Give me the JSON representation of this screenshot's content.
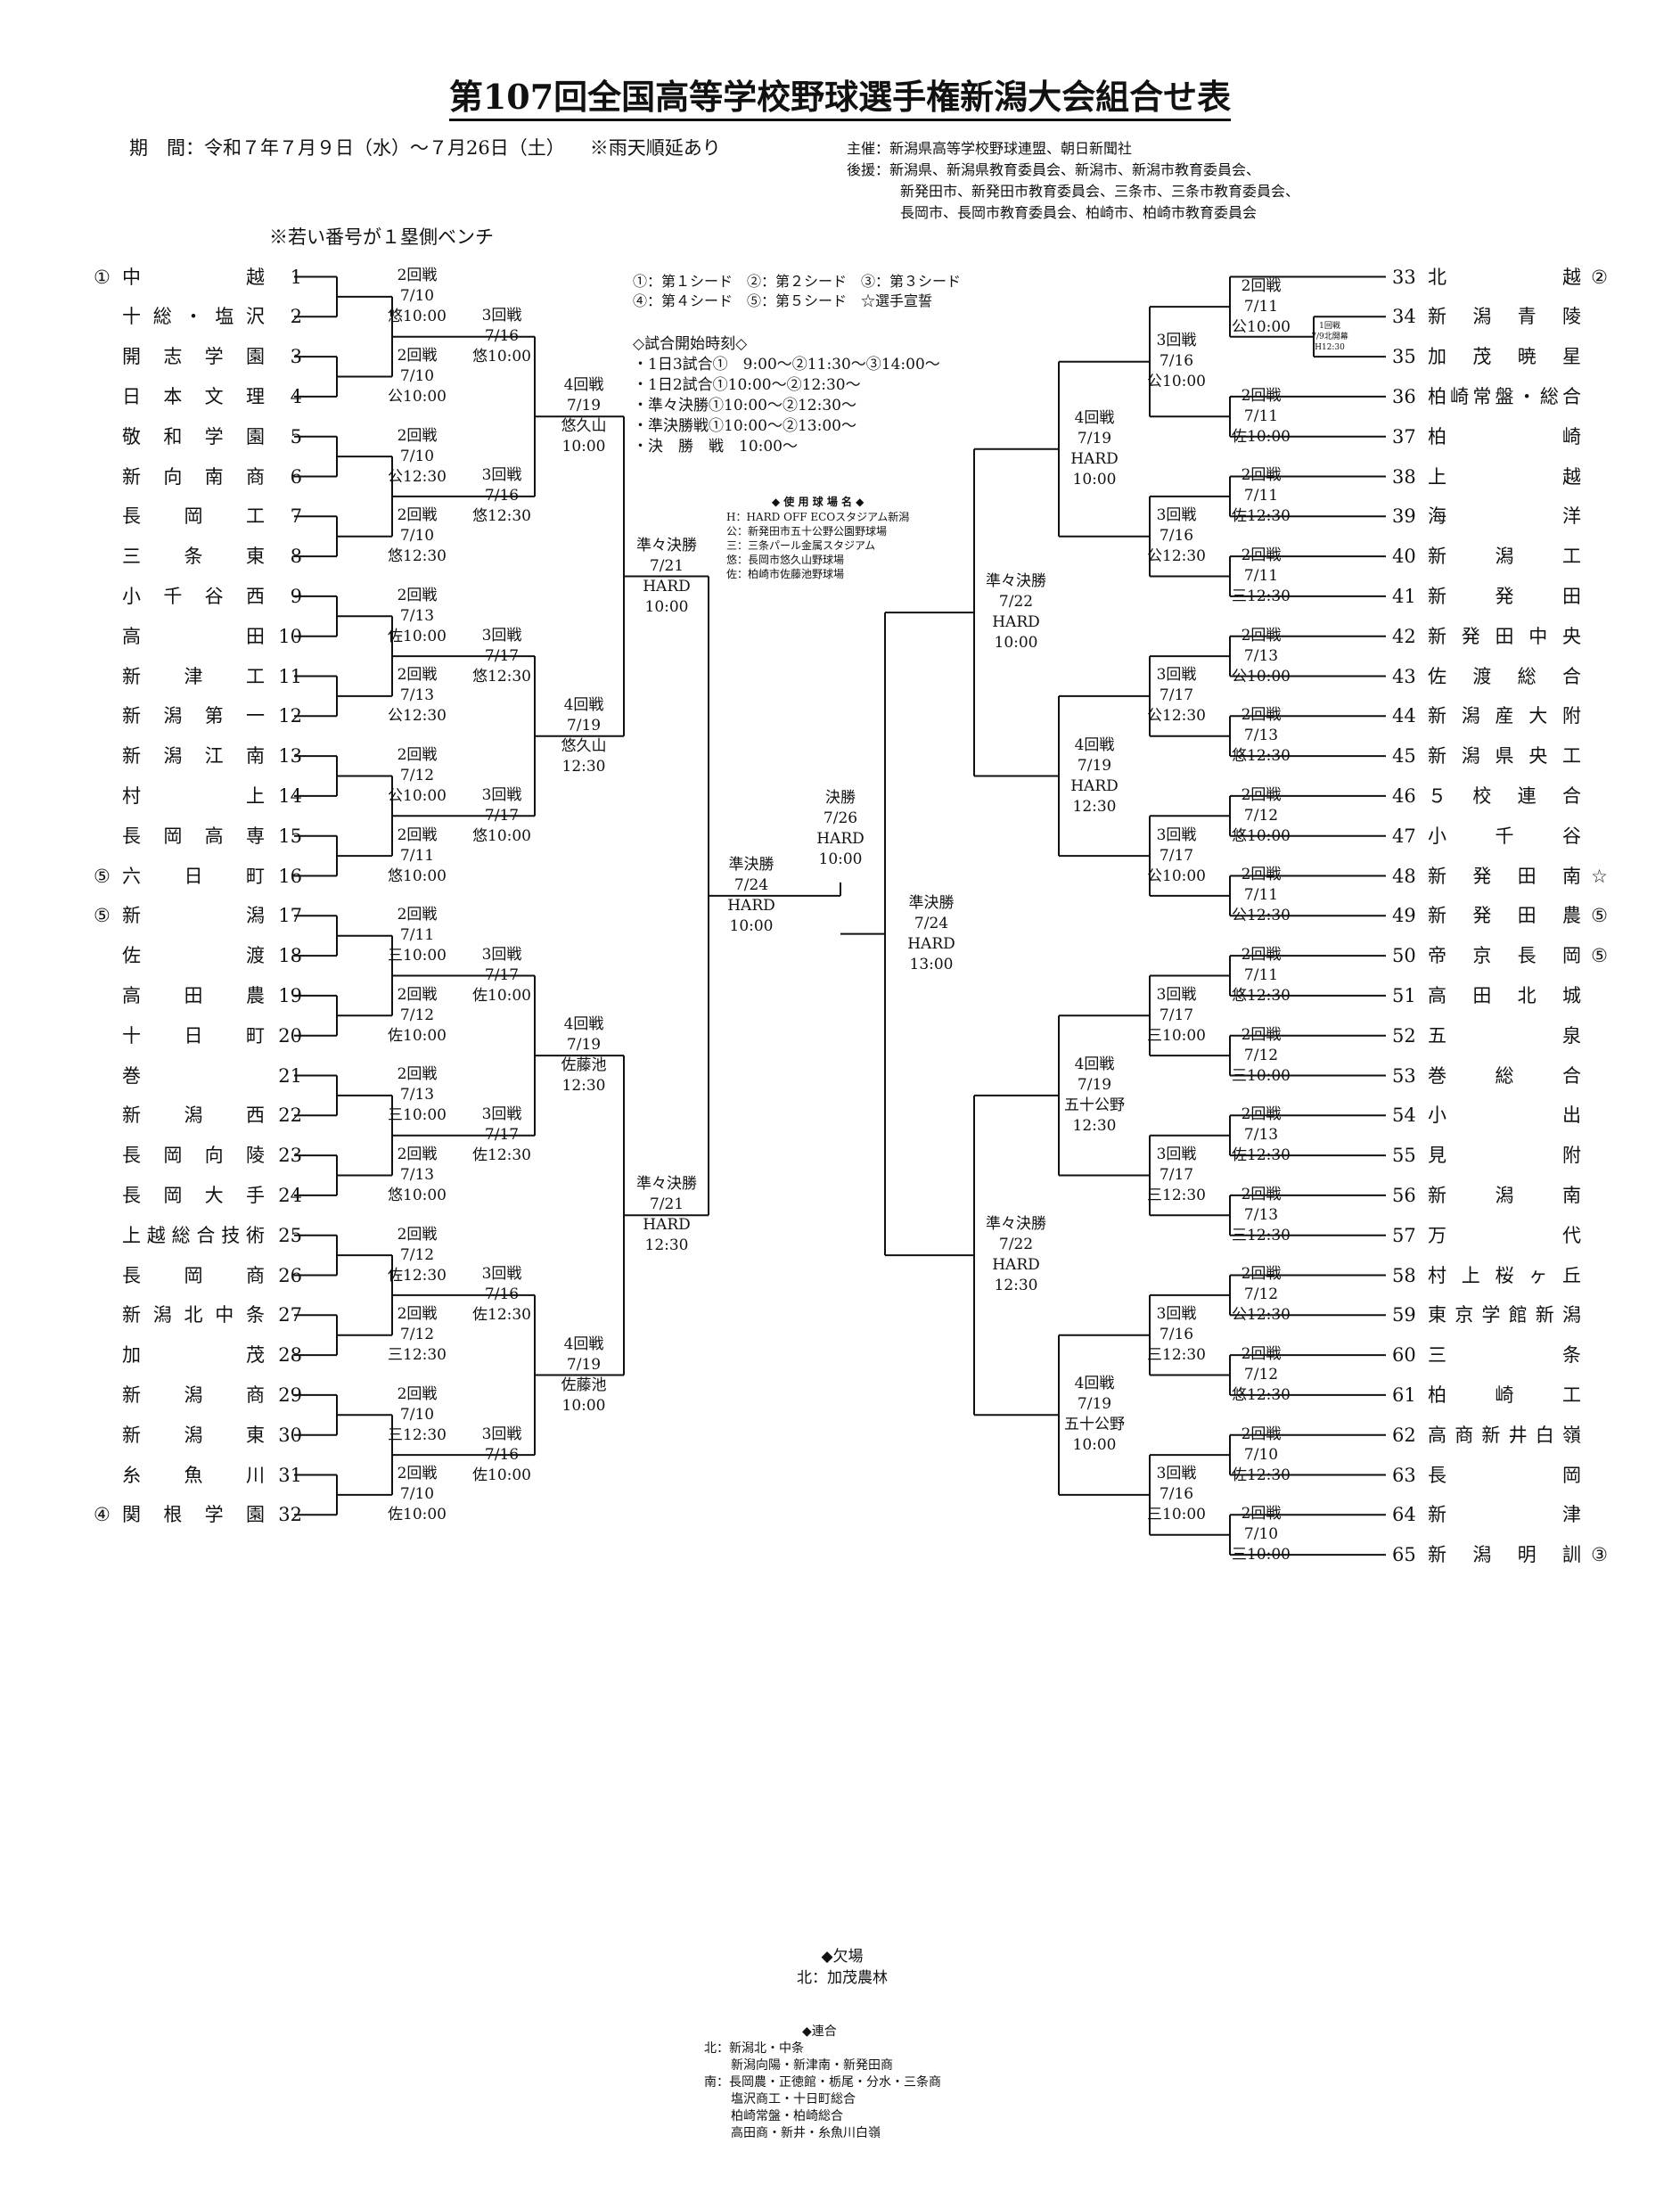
{
  "title": "第107回全国高等学校野球選手権新潟大会組合せ表",
  "period": "期　間：令和７年７月９日（水）～７月26日（土）",
  "rain_note": "※雨天順延あり",
  "sponsors": [
    "主催：新潟県高等学校野球連盟、朝日新聞社",
    "後援：新潟県、新潟県教育委員会、新潟市、新潟市教育委員会、",
    "新発田市、新発田市教育委員会、三条市、三条市教育委員会、",
    "長岡市、長岡市教育委員会、柏崎市、柏崎市教育委員会"
  ],
  "bench_note": "※若い番号が１塁側ベンチ",
  "seed_legend": [
    "①：第１シード　②：第２シード　③：第３シード",
    "④：第４シード　⑤：第５シード　☆選手宣誓"
  ],
  "start_times": {
    "heading": "◇試合開始時刻◇",
    "items": [
      "・1日3試合①　9:00～②11:30～③14:00～",
      "・1日2試合①10:00～②12:30～",
      "・準々決勝①10:00～②12:30～",
      "・準決勝戦①10:00～②13:00～",
      "・決　勝　戦　10:00～"
    ]
  },
  "venues": {
    "heading": "◆ 使 用 球 場 名 ◆",
    "items": [
      "H：HARD OFF ECOスタジアム新潟",
      "公：新発田市五十公野公園野球場",
      "三：三条パール金属スタジアム",
      "悠：長岡市悠久山野球場",
      "佐：柏崎市佐藤池野球場"
    ]
  },
  "absent": {
    "heading": "◆欠場",
    "text": "北：加茂農林"
  },
  "joint": {
    "heading": "◆連合",
    "lines": [
      "北：新潟北・中条",
      "新潟向陽・新津南・新発田商",
      "南：長岡農・正徳館・栃尾・分水・三条商",
      "塩沢商工・十日町総合",
      "柏崎常盤・柏崎総合",
      "高田商・新井・糸魚川白嶺"
    ]
  },
  "left_teams": [
    {
      "seed": "①",
      "name": "中越",
      "num": "1"
    },
    {
      "seed": "",
      "name": "十総・塩沢",
      "num": "2"
    },
    {
      "seed": "",
      "name": "開志学園",
      "num": "3"
    },
    {
      "seed": "",
      "name": "日本文理",
      "num": "4"
    },
    {
      "seed": "",
      "name": "敬和学園",
      "num": "5"
    },
    {
      "seed": "",
      "name": "新向南商",
      "num": "6"
    },
    {
      "seed": "",
      "name": "長岡工",
      "num": "7"
    },
    {
      "seed": "",
      "name": "三条東",
      "num": "8"
    },
    {
      "seed": "",
      "name": "小千谷西",
      "num": "9"
    },
    {
      "seed": "",
      "name": "高田",
      "num": "10"
    },
    {
      "seed": "",
      "name": "新津工",
      "num": "11"
    },
    {
      "seed": "",
      "name": "新潟第一",
      "num": "12"
    },
    {
      "seed": "",
      "name": "新潟江南",
      "num": "13"
    },
    {
      "seed": "",
      "name": "村上",
      "num": "14"
    },
    {
      "seed": "",
      "name": "長岡高専",
      "num": "15"
    },
    {
      "seed": "⑤",
      "name": "六日町",
      "num": "16"
    },
    {
      "seed": "⑤",
      "name": "新潟",
      "num": "17"
    },
    {
      "seed": "",
      "name": "佐渡",
      "num": "18"
    },
    {
      "seed": "",
      "name": "高田農",
      "num": "19"
    },
    {
      "seed": "",
      "name": "十日町",
      "num": "20"
    },
    {
      "seed": "",
      "name": "巻",
      "num": "21"
    },
    {
      "seed": "",
      "name": "新潟西",
      "num": "22"
    },
    {
      "seed": "",
      "name": "長岡向陵",
      "num": "23"
    },
    {
      "seed": "",
      "name": "長岡大手",
      "num": "24"
    },
    {
      "seed": "",
      "name": "上越総合技術",
      "num": "25"
    },
    {
      "seed": "",
      "name": "長岡商",
      "num": "26"
    },
    {
      "seed": "",
      "name": "新潟北中条",
      "num": "27"
    },
    {
      "seed": "",
      "name": "加茂",
      "num": "28"
    },
    {
      "seed": "",
      "name": "新潟商",
      "num": "29"
    },
    {
      "seed": "",
      "name": "新潟東",
      "num": "30"
    },
    {
      "seed": "",
      "name": "糸魚川",
      "num": "31"
    },
    {
      "seed": "④",
      "name": "関根学園",
      "num": "32"
    }
  ],
  "right_teams": [
    {
      "num": "33",
      "name": "北越",
      "seed": "②"
    },
    {
      "num": "34",
      "name": "新潟青陵",
      "seed": ""
    },
    {
      "num": "35",
      "name": "加茂暁星",
      "seed": ""
    },
    {
      "num": "36",
      "name": "柏崎常盤・総合",
      "seed": ""
    },
    {
      "num": "37",
      "name": "柏崎",
      "seed": ""
    },
    {
      "num": "38",
      "name": "上越",
      "seed": ""
    },
    {
      "num": "39",
      "name": "海洋",
      "seed": ""
    },
    {
      "num": "40",
      "name": "新潟工",
      "seed": ""
    },
    {
      "num": "41",
      "name": "新発田",
      "seed": ""
    },
    {
      "num": "42",
      "name": "新発田中央",
      "seed": ""
    },
    {
      "num": "43",
      "name": "佐渡総合",
      "seed": ""
    },
    {
      "num": "44",
      "name": "新潟産大附",
      "seed": ""
    },
    {
      "num": "45",
      "name": "新潟県央工",
      "seed": ""
    },
    {
      "num": "46",
      "name": "５校連合",
      "seed": ""
    },
    {
      "num": "47",
      "name": "小千谷",
      "seed": ""
    },
    {
      "num": "48",
      "name": "新発田南",
      "seed": "☆"
    },
    {
      "num": "49",
      "name": "新発田農",
      "seed": "⑤"
    },
    {
      "num": "50",
      "name": "帝京長岡",
      "seed": "⑤"
    },
    {
      "num": "51",
      "name": "高田北城",
      "seed": ""
    },
    {
      "num": "52",
      "name": "五泉",
      "seed": ""
    },
    {
      "num": "53",
      "name": "巻総合",
      "seed": ""
    },
    {
      "num": "54",
      "name": "小出",
      "seed": ""
    },
    {
      "num": "55",
      "name": "見附",
      "seed": ""
    },
    {
      "num": "56",
      "name": "新潟南",
      "seed": ""
    },
    {
      "num": "57",
      "name": "万代",
      "seed": ""
    },
    {
      "num": "58",
      "name": "村上桜ヶ丘",
      "seed": ""
    },
    {
      "num": "59",
      "name": "東京学館新潟",
      "seed": ""
    },
    {
      "num": "60",
      "name": "三条",
      "seed": ""
    },
    {
      "num": "61",
      "name": "柏崎工",
      "seed": ""
    },
    {
      "num": "62",
      "name": "高商新井白嶺",
      "seed": ""
    },
    {
      "num": "63",
      "name": "長岡",
      "seed": ""
    },
    {
      "num": "64",
      "name": "新津",
      "seed": ""
    },
    {
      "num": "65",
      "name": "新潟明訓",
      "seed": "③"
    }
  ],
  "left_round2": [
    [
      "2回戦",
      "7/10",
      "悠10:00"
    ],
    [
      "2回戦",
      "7/10",
      "公10:00"
    ],
    [
      "2回戦",
      "7/10",
      "公12:30"
    ],
    [
      "2回戦",
      "7/10",
      "悠12:30"
    ],
    [
      "2回戦",
      "7/13",
      "佐10:00"
    ],
    [
      "2回戦",
      "7/13",
      "公12:30"
    ],
    [
      "2回戦",
      "7/12",
      "公10:00"
    ],
    [
      "2回戦",
      "7/11",
      "悠10:00"
    ],
    [
      "2回戦",
      "7/11",
      "三10:00"
    ],
    [
      "2回戦",
      "7/12",
      "佐10:00"
    ],
    [
      "2回戦",
      "7/13",
      "三10:00"
    ],
    [
      "2回戦",
      "7/13",
      "悠10:00"
    ],
    [
      "2回戦",
      "7/12",
      "佐12:30"
    ],
    [
      "2回戦",
      "7/12",
      "三12:30"
    ],
    [
      "2回戦",
      "7/10",
      "三12:30"
    ],
    [
      "2回戦",
      "7/10",
      "佐10:00"
    ]
  ],
  "left_round3": [
    [
      "3回戦",
      "7/16",
      "悠10:00"
    ],
    [
      "3回戦",
      "7/16",
      "悠12:30"
    ],
    [
      "3回戦",
      "7/17",
      "悠12:30"
    ],
    [
      "3回戦",
      "7/17",
      "悠10:00"
    ],
    [
      "3回戦",
      "7/17",
      "佐10:00"
    ],
    [
      "3回戦",
      "7/17",
      "佐12:30"
    ],
    [
      "3回戦",
      "7/16",
      "佐12:30"
    ],
    [
      "3回戦",
      "7/16",
      "佐10:00"
    ]
  ],
  "left_round4": [
    [
      "4回戦",
      "7/19",
      "悠久山",
      "10:00"
    ],
    [
      "4回戦",
      "7/19",
      "悠久山",
      "12:30"
    ],
    [
      "4回戦",
      "7/19",
      "佐藤池",
      "12:30"
    ],
    [
      "4回戦",
      "7/19",
      "佐藤池",
      "10:00"
    ]
  ],
  "left_qf": [
    [
      "準々決勝",
      "7/21",
      "HARD",
      "10:00"
    ],
    [
      "準々決勝",
      "7/21",
      "HARD",
      "12:30"
    ]
  ],
  "left_sf": [
    "準決勝",
    "7/24",
    "HARD",
    "10:00"
  ],
  "final": [
    "決勝",
    "7/26",
    "HARD",
    "10:00"
  ],
  "right_sf": [
    "準決勝",
    "7/24",
    "HARD",
    "13:00"
  ],
  "right_qf": [
    [
      "準々決勝",
      "7/22",
      "HARD",
      "10:00"
    ],
    [
      "準々決勝",
      "7/22",
      "HARD",
      "12:30"
    ]
  ],
  "right_round4": [
    [
      "4回戦",
      "7/19",
      "HARD",
      "10:00"
    ],
    [
      "4回戦",
      "7/19",
      "HARD",
      "12:30"
    ],
    [
      "4回戦",
      "7/19",
      "五十公野",
      "12:30"
    ],
    [
      "4回戦",
      "7/19",
      "五十公野",
      "10:00"
    ]
  ],
  "right_round3": [
    [
      "3回戦",
      "7/16",
      "公10:00"
    ],
    [
      "3回戦",
      "7/16",
      "公12:30"
    ],
    [
      "3回戦",
      "7/17",
      "公12:30"
    ],
    [
      "3回戦",
      "7/17",
      "公10:00"
    ],
    [
      "3回戦",
      "7/17",
      "三10:00"
    ],
    [
      "3回戦",
      "7/17",
      "三12:30"
    ],
    [
      "3回戦",
      "7/16",
      "三12:30"
    ],
    [
      "3回戦",
      "7/16",
      "三10:00"
    ]
  ],
  "right_round2": [
    [
      "2回戦",
      "7/11",
      "公10:00"
    ],
    [
      "2回戦",
      "7/11",
      "佐10:00"
    ],
    [
      "2回戦",
      "7/11",
      "佐12:30"
    ],
    [
      "2回戦",
      "7/11",
      "三12:30"
    ],
    [
      "2回戦",
      "7/13",
      "公10:00"
    ],
    [
      "2回戦",
      "7/13",
      "悠12:30"
    ],
    [
      "2回戦",
      "7/12",
      "悠10:00"
    ],
    [
      "2回戦",
      "7/11",
      "公12:30"
    ],
    [
      "2回戦",
      "7/11",
      "悠12:30"
    ],
    [
      "2回戦",
      "7/12",
      "三10:00"
    ],
    [
      "2回戦",
      "7/13",
      "佐12:30"
    ],
    [
      "2回戦",
      "7/13",
      "三12:30"
    ],
    [
      "2回戦",
      "7/12",
      "公12:30"
    ],
    [
      "2回戦",
      "7/12",
      "悠12:30"
    ],
    [
      "2回戦",
      "7/10",
      "佐12:30"
    ],
    [
      "2回戦",
      "7/10",
      "三10:00"
    ]
  ],
  "right_round1": [
    "1回戦",
    "7/9北開幕",
    "H12:30"
  ]
}
